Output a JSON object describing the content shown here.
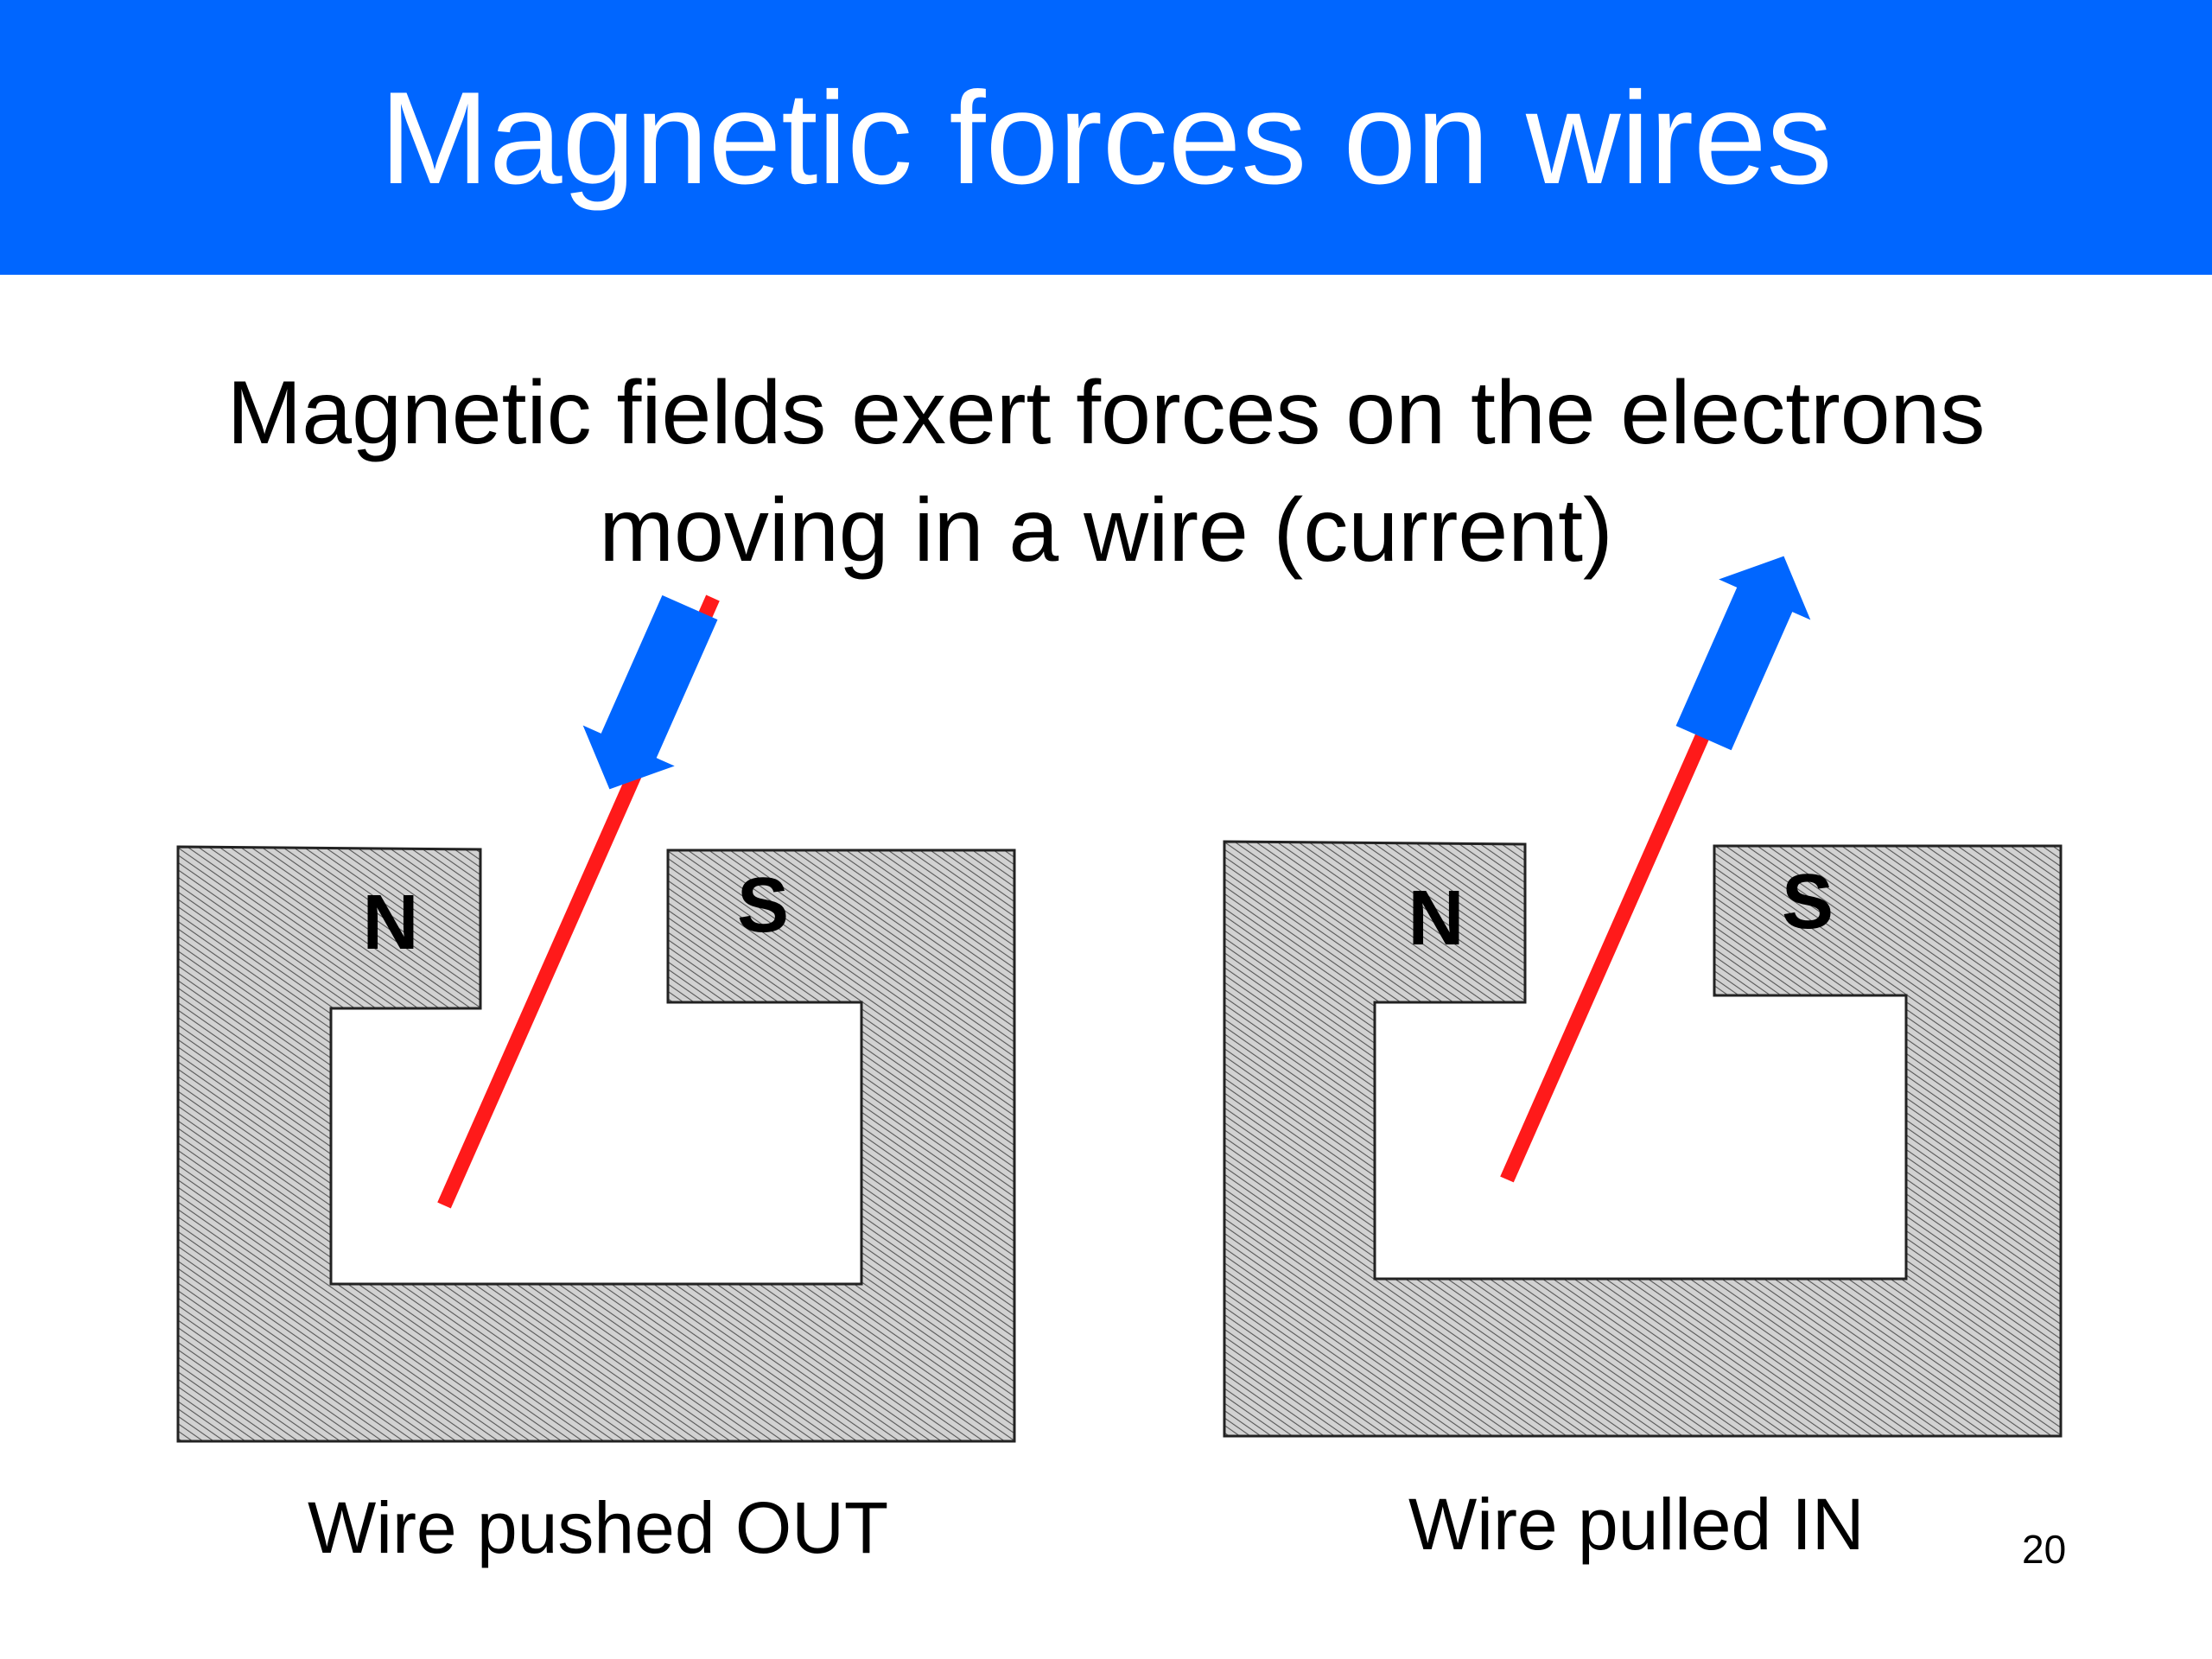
{
  "slide": {
    "title": "Magnetic forces on wires",
    "subtitle_line1": "Magnetic fields exert forces on the electrons",
    "subtitle_line2": "moving in a wire (current)",
    "page_number": "20"
  },
  "diagrams": [
    {
      "north_label": "N",
      "south_label": "S",
      "caption": "Wire pushed OUT"
    },
    {
      "north_label": "N",
      "south_label": "S",
      "caption": "Wire pulled IN"
    }
  ],
  "colors": {
    "title_bar": "#0066ff",
    "wire": "#ff1a1a",
    "arrow": "#0066ff",
    "magnet_fill": "#c8c8c8"
  }
}
